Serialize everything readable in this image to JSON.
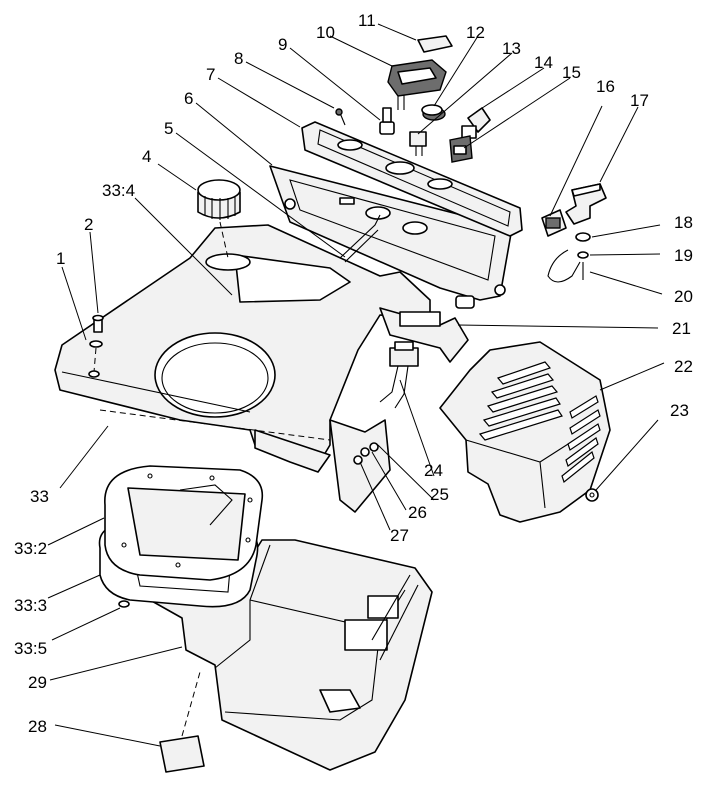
{
  "callouts": {
    "c1": "1",
    "c2": "2",
    "c4": "4",
    "c5": "5",
    "c6": "6",
    "c7": "7",
    "c8": "8",
    "c9": "9",
    "c10": "10",
    "c11": "11",
    "c12": "12",
    "c13": "13",
    "c14": "14",
    "c15": "15",
    "c16": "16",
    "c17": "17",
    "c18": "18",
    "c19": "19",
    "c20": "20",
    "c21": "21",
    "c22": "22",
    "c23": "23",
    "c24": "24",
    "c25": "25",
    "c26": "26",
    "c27": "27",
    "c28": "28",
    "c29": "29",
    "c33": "33",
    "c33_2": "33:2",
    "c33_3": "33:3",
    "c33_4": "33:4",
    "c33_5": "33:5"
  }
}
